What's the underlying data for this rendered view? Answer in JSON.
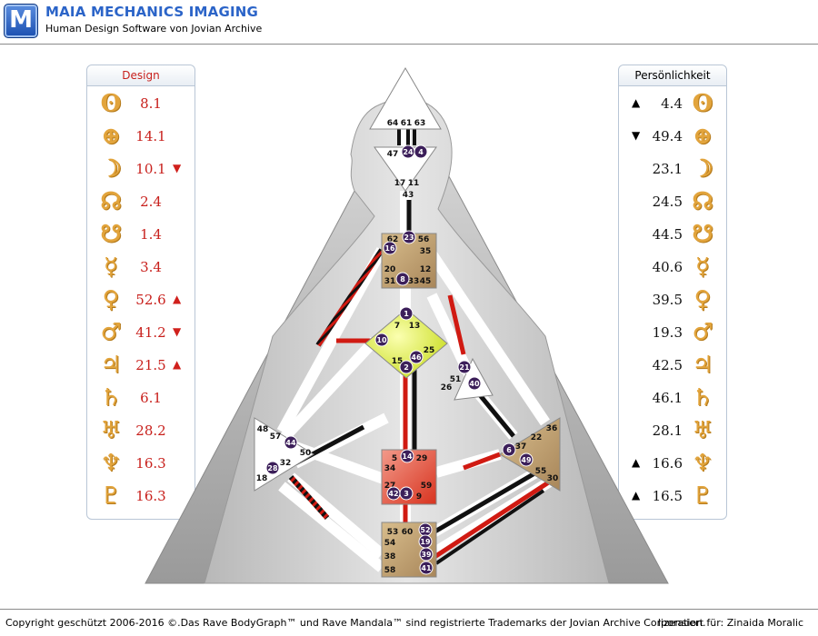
{
  "header": {
    "logo_letter": "M",
    "title": "MAIA MECHANICS IMAGING",
    "subtitle": "Human Design Software von Jovian Archive"
  },
  "design": {
    "heading": "Design",
    "rows": [
      {
        "icon": "sun-icon",
        "glyph": "ʘ",
        "value": "8.1",
        "arrow": ""
      },
      {
        "icon": "earth-icon",
        "glyph": "⊕",
        "value": "14.1",
        "arrow": ""
      },
      {
        "icon": "moon-icon",
        "glyph": "☽",
        "value": "10.1",
        "arrow": "▼"
      },
      {
        "icon": "north-node-icon",
        "glyph": "☊",
        "value": "2.4",
        "arrow": ""
      },
      {
        "icon": "south-node-icon",
        "glyph": "☋",
        "value": "1.4",
        "arrow": ""
      },
      {
        "icon": "mercury-icon",
        "glyph": "☿",
        "value": "3.4",
        "arrow": ""
      },
      {
        "icon": "venus-icon",
        "glyph": "♀",
        "value": "52.6",
        "arrow": "▲"
      },
      {
        "icon": "mars-icon",
        "glyph": "♂",
        "value": "41.2",
        "arrow": "▼"
      },
      {
        "icon": "jupiter-icon",
        "glyph": "♃",
        "value": "21.5",
        "arrow": "▲"
      },
      {
        "icon": "saturn-icon",
        "glyph": "♄",
        "value": "6.1",
        "arrow": ""
      },
      {
        "icon": "uranus-icon",
        "glyph": "♅",
        "value": "28.2",
        "arrow": ""
      },
      {
        "icon": "neptune-icon",
        "glyph": "♆",
        "value": "16.3",
        "arrow": ""
      },
      {
        "icon": "pluto-icon",
        "glyph": "♇",
        "value": "16.3",
        "arrow": ""
      }
    ]
  },
  "personality": {
    "heading": "Persönlichkeit",
    "rows": [
      {
        "icon": "sun-icon",
        "glyph": "ʘ",
        "value": "4.4",
        "arrow": "▲"
      },
      {
        "icon": "earth-icon",
        "glyph": "⊕",
        "value": "49.4",
        "arrow": "▼"
      },
      {
        "icon": "moon-icon",
        "glyph": "☽",
        "value": "23.1",
        "arrow": ""
      },
      {
        "icon": "north-node-icon",
        "glyph": "☊",
        "value": "24.5",
        "arrow": ""
      },
      {
        "icon": "south-node-icon",
        "glyph": "☋",
        "value": "44.5",
        "arrow": ""
      },
      {
        "icon": "mercury-icon",
        "glyph": "☿",
        "value": "40.6",
        "arrow": ""
      },
      {
        "icon": "venus-icon",
        "glyph": "♀",
        "value": "39.5",
        "arrow": ""
      },
      {
        "icon": "mars-icon",
        "glyph": "♂",
        "value": "19.3",
        "arrow": ""
      },
      {
        "icon": "jupiter-icon",
        "glyph": "♃",
        "value": "42.5",
        "arrow": ""
      },
      {
        "icon": "saturn-icon",
        "glyph": "♄",
        "value": "46.1",
        "arrow": ""
      },
      {
        "icon": "uranus-icon",
        "glyph": "♅",
        "value": "28.1",
        "arrow": ""
      },
      {
        "icon": "neptune-icon",
        "glyph": "♆",
        "value": "16.6",
        "arrow": "▲"
      },
      {
        "icon": "pluto-icon",
        "glyph": "♇",
        "value": "16.5",
        "arrow": "▲"
      }
    ]
  },
  "bodygraph": {
    "head_gates": [
      "64",
      "61",
      "63"
    ],
    "ajna_gates": [
      "47",
      "24",
      "4",
      "17",
      "11",
      "43"
    ],
    "throat_gates": [
      "62",
      "23",
      "56",
      "16",
      "35",
      "20",
      "12",
      "31",
      "8",
      "33",
      "45"
    ],
    "g_gates": [
      "1",
      "7",
      "13",
      "10",
      "25",
      "15",
      "46",
      "2"
    ],
    "ego_gates": [
      "21",
      "51",
      "26",
      "40"
    ],
    "spleen_gates": [
      "48",
      "57",
      "44",
      "50",
      "32",
      "28",
      "18"
    ],
    "sacral_gates": [
      "5",
      "14",
      "29",
      "34",
      "27",
      "59",
      "42",
      "3",
      "9"
    ],
    "solar_plexus_gates": [
      "36",
      "22",
      "37",
      "6",
      "49",
      "55",
      "30"
    ],
    "root_gates": [
      "53",
      "60",
      "52",
      "54",
      "19",
      "38",
      "39",
      "58",
      "41"
    ]
  },
  "footer": {
    "copyright": "Copyright geschützt 2006-2016 ©.Das Rave BodyGraph™ und Rave Mandala™ sind registrierte Trademarks der Jovian Archive Corporation.",
    "license": "lizensiert für: Zinaida Moralic"
  },
  "colors": {
    "design_red": "#c8201c",
    "planet_gold": "#e2a43c",
    "gate_circle": "#3c1f5a",
    "brand_blue": "#2b64c8"
  }
}
